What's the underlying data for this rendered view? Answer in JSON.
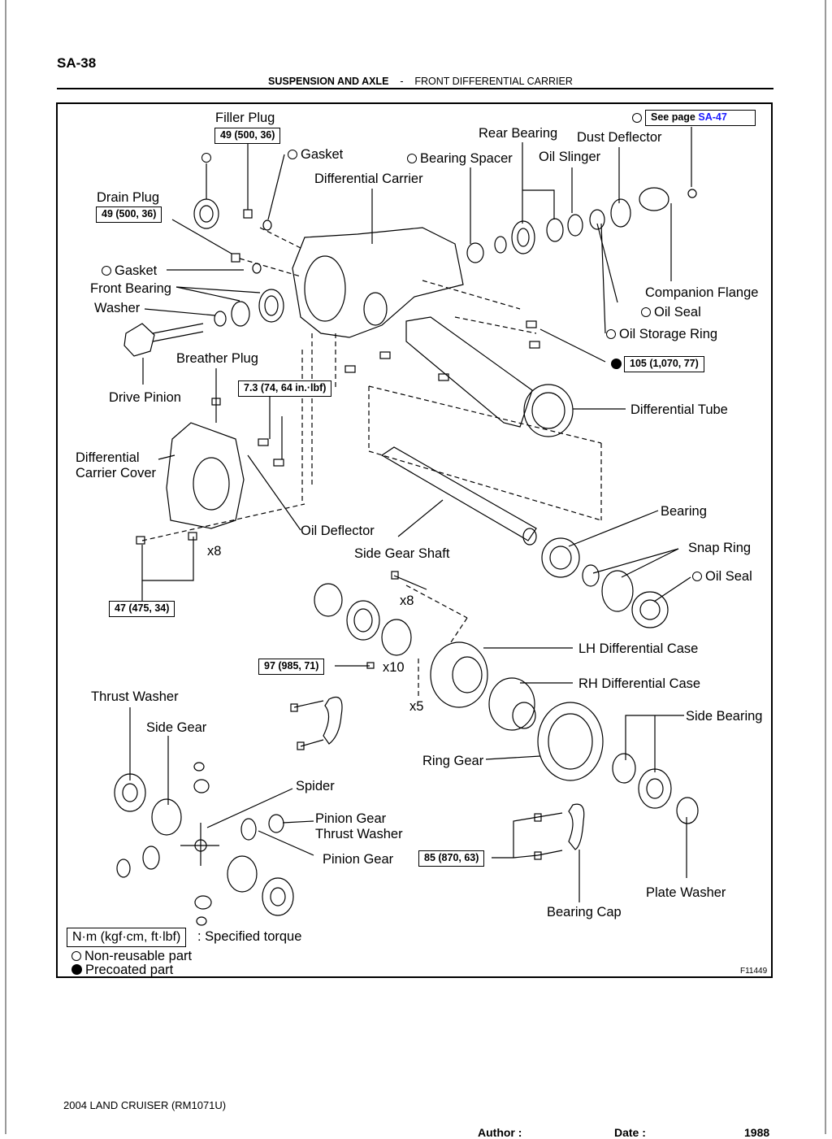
{
  "header": {
    "page": "SA-38",
    "section": "SUSPENSION AND AXLE",
    "separator": "-",
    "subsection": "FRONT DIFFERENTIAL CARRIER"
  },
  "labels": {
    "filler_plug": "Filler Plug",
    "gasket_top": "Gasket",
    "differential_carrier": "Differential Carrier",
    "rear_bearing": "Rear Bearing",
    "dust_deflector": "Dust Deflector",
    "bearing_spacer": "Bearing Spacer",
    "oil_slinger": "Oil Slinger",
    "drain_plug": "Drain Plug",
    "gasket_left": "Gasket",
    "front_bearing": "Front Bearing",
    "washer": "Washer",
    "companion_flange": "Companion Flange",
    "oil_seal_flange": "Oil Seal",
    "oil_storage_ring": "Oil Storage Ring",
    "breather_plug": "Breather Plug",
    "drive_pinion": "Drive Pinion",
    "differential_tube": "Differential Tube",
    "differential_carrier_cover_l1": "Differential",
    "differential_carrier_cover_l2": "Carrier Cover",
    "bearing": "Bearing",
    "oil_deflector": "Oil Deflector",
    "snap_ring": "Snap Ring",
    "side_gear_shaft": "Side Gear Shaft",
    "oil_seal_tube": "Oil Seal",
    "qty_x8_cover": "x8",
    "qty_x8_case": "x8",
    "qty_x10": "x10",
    "qty_x5": "x5",
    "lh_differential_case": "LH Differential Case",
    "rh_differential_case": "RH Differential Case",
    "thrust_washer": "Thrust Washer",
    "side_gear": "Side Gear",
    "side_bearing": "Side Bearing",
    "ring_gear": "Ring Gear",
    "spider": "Spider",
    "pinion_gear_thrust_washer_l1": "Pinion Gear",
    "pinion_gear_thrust_washer_l2": "Thrust Washer",
    "pinion_gear": "Pinion Gear",
    "plate_washer": "Plate Washer",
    "bearing_cap": "Bearing Cap"
  },
  "torques": {
    "filler_plug": "49 (500, 36)",
    "drain_plug": "49 (500, 36)",
    "breather": "7.3 (74, 64 in.·lbf)",
    "flange_nut": "105 (1,070, 77)",
    "cover_bolts": "47 (475, 34)",
    "ring_gear_bolts": "97 (985, 71)",
    "bearing_cap_bolts": "85 (870, 63)"
  },
  "see_page": {
    "text": "See page",
    "page": "SA-47"
  },
  "legend": {
    "torque_unit": "N·m (kgf·cm, ft·lbf)",
    "torque_desc": ": Specified torque",
    "non_reusable": "Non-reusable part",
    "precoated": "Precoated part"
  },
  "figure_id": "F11449",
  "footer": "2004 LAND CRUISER    (RM1071U)",
  "bottom_cutoff": {
    "author": "Author :",
    "date": "Date :",
    "page_total": "1988"
  }
}
